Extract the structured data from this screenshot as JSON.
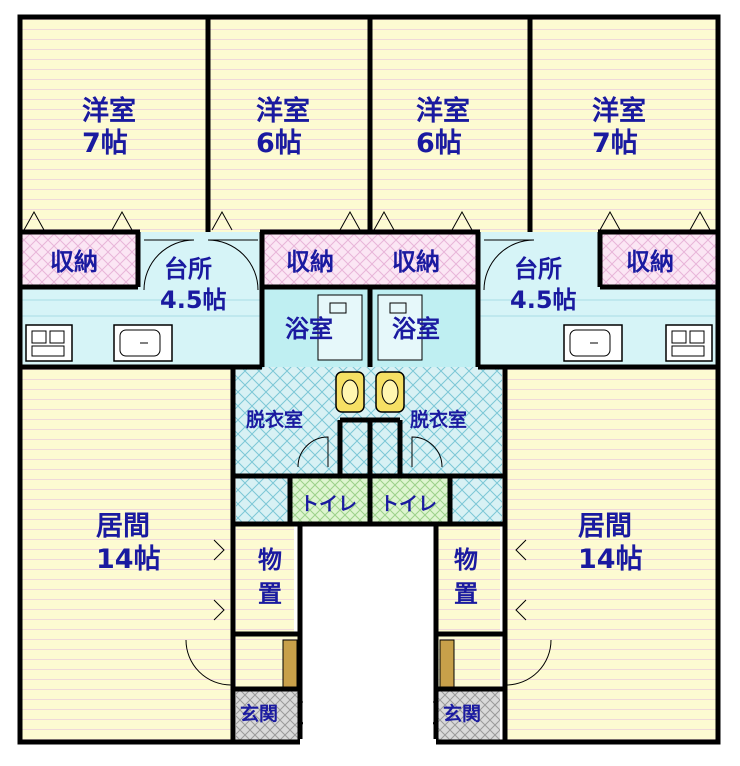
{
  "rooms": {
    "western_left_outer": {
      "name": "洋室",
      "size": "7帖"
    },
    "western_left_inner": {
      "name": "洋室",
      "size": "6帖"
    },
    "western_right_inner": {
      "name": "洋室",
      "size": "6帖"
    },
    "western_right_outer": {
      "name": "洋室",
      "size": "7帖"
    },
    "storage_1": "収納",
    "storage_2": "収納",
    "storage_3": "収納",
    "storage_4": "収納",
    "kitchen_left": {
      "name": "台所",
      "size": "4.5帖"
    },
    "kitchen_right": {
      "name": "台所",
      "size": "4.5帖"
    },
    "bath_left": "浴室",
    "bath_right": "浴室",
    "dressing_left": "脱衣室",
    "dressing_right": "脱衣室",
    "toilet_left": "トイレ",
    "toilet_right": "トイレ",
    "living_left": {
      "name": "居間",
      "size": "14帖"
    },
    "living_right": {
      "name": "居間",
      "size": "14帖"
    },
    "closet_left": {
      "line1": "物",
      "line2": "置"
    },
    "closet_right": {
      "line1": "物",
      "line2": "置"
    },
    "entrance_left": "玄関",
    "entrance_right": "玄関"
  },
  "colors": {
    "room_fill": "#fdfbd2",
    "kitchen_fill": "#d6f4f7",
    "bath_fill": "#bfeff2",
    "storage_fill": "#fbe6f4",
    "dressing_fill": "#d8f1f4",
    "toilet_fill": "#def5d0",
    "wall": "#000000",
    "label": "#1a1aa0"
  }
}
